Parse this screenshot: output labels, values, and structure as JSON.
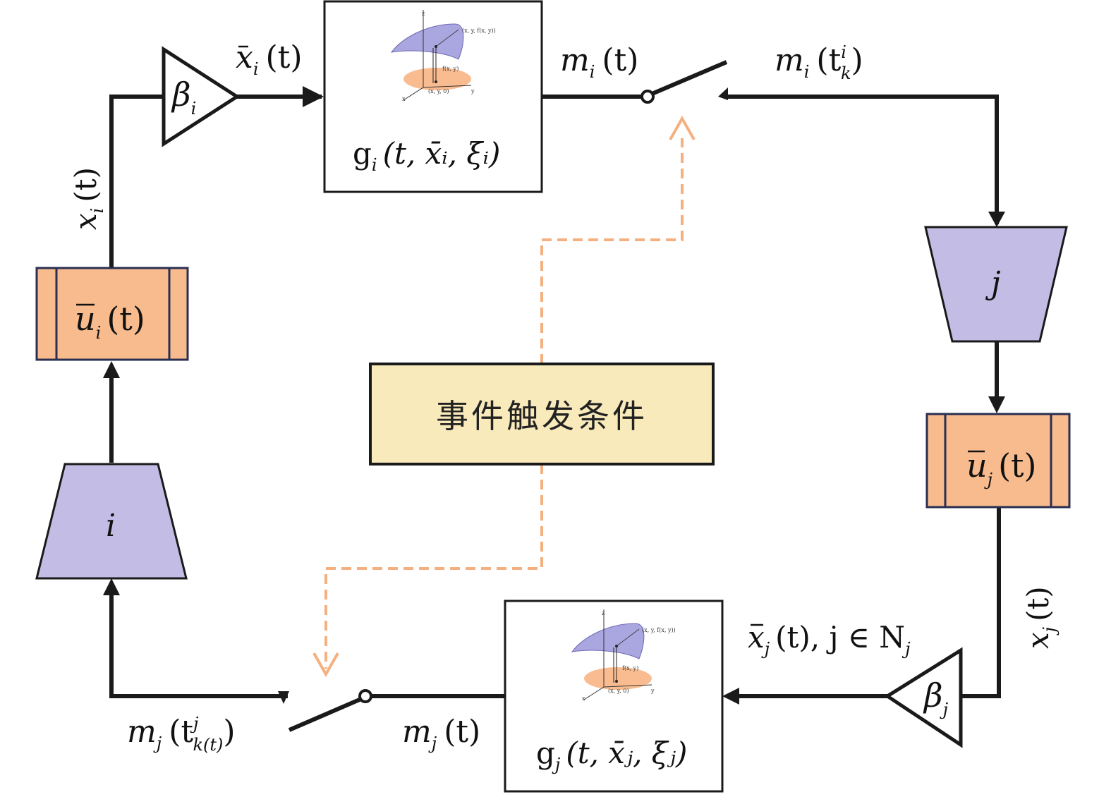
{
  "colors": {
    "wire": "#1a1a1a",
    "orange": "#f8bb8d",
    "lavender": "#c3bde6",
    "yellow": "#f9eabb",
    "dash": "#f5b080"
  },
  "labels": {
    "xbar_i": "x̄",
    "xbar_i_sub": "i",
    "xbar_i_t": "(t)",
    "beta_i": "β",
    "beta_i_sub": "i",
    "g_i_name": "g",
    "g_i_sub": "i",
    "g_i_args": "(t, x̄ᵢ, ξᵢ)",
    "m_i_t": "m",
    "m_i_t_sub": "i",
    "m_i_t_arg": "(t)",
    "m_i_tk": "m",
    "m_i_tk_sub": "i",
    "m_i_tk_arg": "(t",
    "m_i_tk_sup": "i",
    "m_i_tk_subk": "k",
    "m_i_tk_close": ")",
    "x_i_t": "x",
    "x_i_t_sub": "i",
    "x_i_t_arg": "(t)",
    "u_i": "u",
    "u_i_sub": "i",
    "u_i_arg": "(t)",
    "i_block": "i",
    "j_block": "j",
    "u_j": "u",
    "u_j_sub": "j",
    "u_j_arg": "(t)",
    "x_j_t": "x",
    "x_j_t_sub": "j",
    "x_j_t_arg": "(t)",
    "beta_j": "β",
    "beta_j_sub": "j",
    "xbar_j": "x̄",
    "xbar_j_sub": "j",
    "xbar_j_rest": "(t), j ∈ N",
    "xbar_j_rest_sub": "j",
    "g_j_name": "g",
    "g_j_sub": "j",
    "g_j_args": "(t, x̄ⱼ, ξⱼ)",
    "m_j_t": "m",
    "m_j_t_sub": "j",
    "m_j_t_arg": "(t)",
    "m_j_tk": "m",
    "m_j_tk_sub": "j",
    "m_j_tk_arg": "(t",
    "m_j_tk_sup": "j",
    "m_j_tk_subk": "k(t)",
    "m_j_tk_close": ")",
    "event": "事件触发条件"
  },
  "surface_plot": {
    "point_label": "(x, y, f(x, y))",
    "height_label": "f(x, y)",
    "base_label": "(x, y, 0)",
    "axis_x": "x",
    "axis_y": "y",
    "axis_z": "z"
  }
}
